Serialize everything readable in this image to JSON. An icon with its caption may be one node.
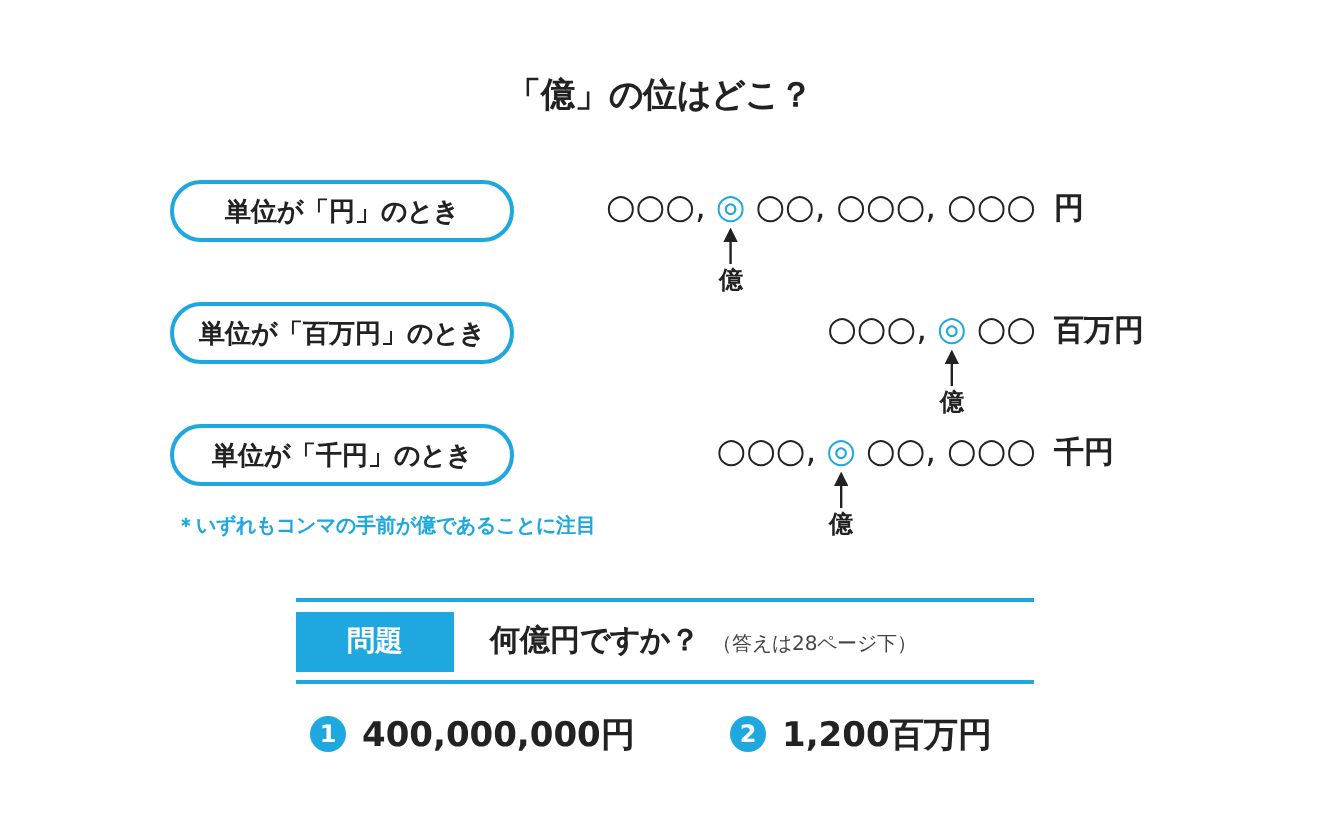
{
  "diagram": {
    "title": "「億」の位はどこ？",
    "nodes": [
      {
        "text": [
          "単位が「円」のとき"
        ]
      },
      {
        "text": [
          "◎"
        ]
      },
      {
        "text": [
          "億"
        ]
      },
      {
        "text": [
          "単位が「百万円」のとき"
        ]
      },
      {
        "text": [
          "◎"
        ]
      },
      {
        "text": [
          "億"
        ]
      },
      {
        "text": [
          "単位が「千円」のとき"
        ]
      },
      {
        "text": [
          "◎"
        ]
      },
      {
        "text": [
          "億"
        ]
      },
      {
        "text": [
          "問題"
        ]
      }
    ],
    "edges": [
      {
        "from": 2,
        "to": 1,
        "arrow": "to"
      },
      {
        "from": 5,
        "to": 4,
        "arrow": "to"
      },
      {
        "from": 8,
        "to": 7,
        "arrow": "to"
      }
    ],
    "labels": [
      "○○○,",
      "○○, ○○○, ○○○",
      "円",
      "○○○,",
      "○○",
      "百万円",
      "○○○,",
      "○○, ○○○",
      "千円",
      "＊いずれもコンマの手前が億であることに注目",
      "何億円ですか？",
      "（答えは28ページ下）",
      "1",
      "400,000,000円",
      "2",
      "1,200百万円"
    ]
  }
}
